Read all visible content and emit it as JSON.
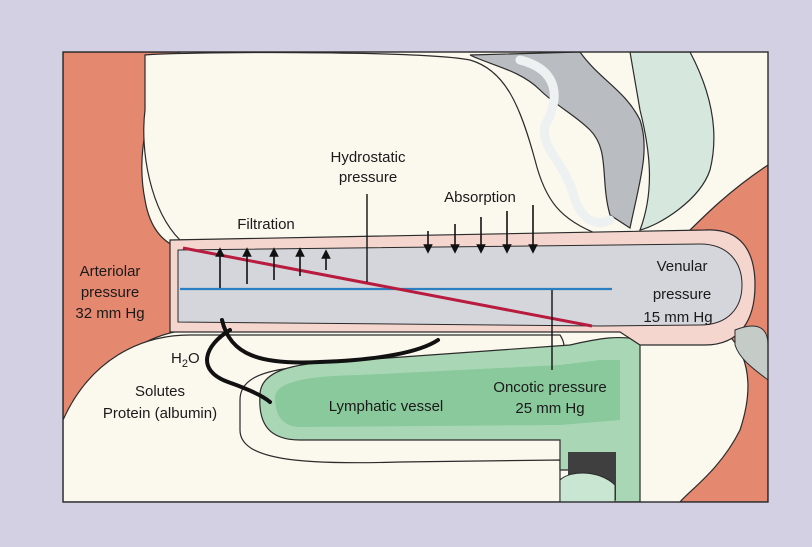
{
  "labels": {
    "hydrostatic_line1": "Hydrostatic",
    "hydrostatic_line2": "pressure",
    "absorption": "Absorption",
    "filtration": "Filtration",
    "arteriolar_line1": "Arteriolar",
    "arteriolar_line2": "pressure",
    "arteriolar_line3": "32 mm Hg",
    "venular_line1": "Venular",
    "venular_line2": "pressure",
    "venular_line3": "15 mm Hg",
    "h2o_main": "H",
    "h2o_sub": "2",
    "h2o_end": "O",
    "solutes": "Solutes",
    "protein": "Protein (albumin)",
    "lymphatic": "Lymphatic vessel",
    "oncotic_line1": "Oncotic pressure",
    "oncotic_line2": "25 mm Hg"
  },
  "colors": {
    "page_background": "#d3d0e3",
    "tissue": "#fbf8ee",
    "arteriole": "#e48870",
    "capillary_fill": "#d5d6dc",
    "capillary_wall": "#f4d6cf",
    "lymph": "#a9d7b6",
    "hydrostatic_line": "#b81b3e",
    "oncotic_line": "#2a7fc0"
  }
}
